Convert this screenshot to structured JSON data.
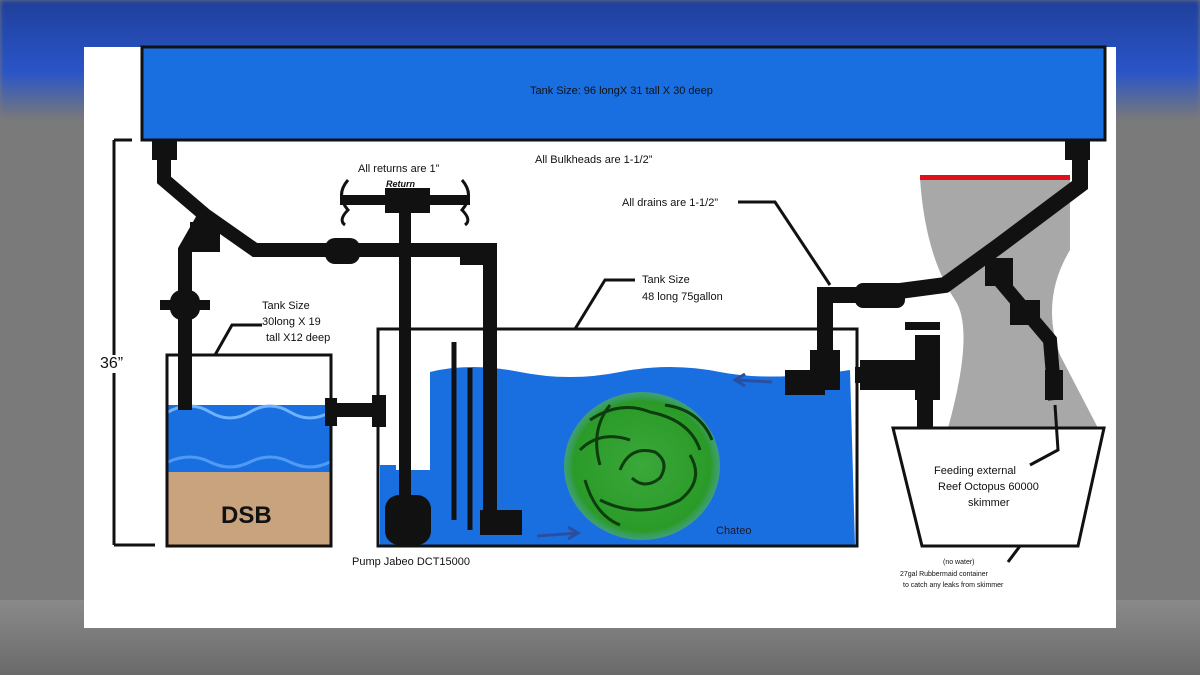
{
  "labels": {
    "main_tank": "Tank Size: 96 longX 31 tall X 30 deep",
    "bulkheads": "All Bulkheads are 1-1/2”",
    "returns": "All returns are 1”",
    "return": "Return",
    "drains": "All drains are 1-1/2”",
    "sump_size_line1": "Tank Size",
    "sump_size_line2": "48 long 75gallon",
    "refugium_size_line1": "Tank Size",
    "refugium_size_line2": "30long X 19",
    "refugium_size_line3": "tall X12 deep",
    "height": "36”",
    "dsb": "DSB",
    "pump": "Pump Jabeo DCT15000",
    "chateo": "Chateo",
    "skimmer_line1": "Feeding external",
    "skimmer_line2": "Reef Octopus 60000",
    "skimmer_line3": "skimmer",
    "container_line1": "(no water)",
    "container_line2": "27gal Rubbermaid container",
    "container_line3": "to catch any leaks from skimmer"
  },
  "colors": {
    "water": "#1a6fe0",
    "sand": "#c9a27e",
    "pipe": "#111111",
    "macroalgae": "#2e9a2a",
    "skimmer_body": "#a8a8a8",
    "skimmer_lid": "#e0101a"
  }
}
